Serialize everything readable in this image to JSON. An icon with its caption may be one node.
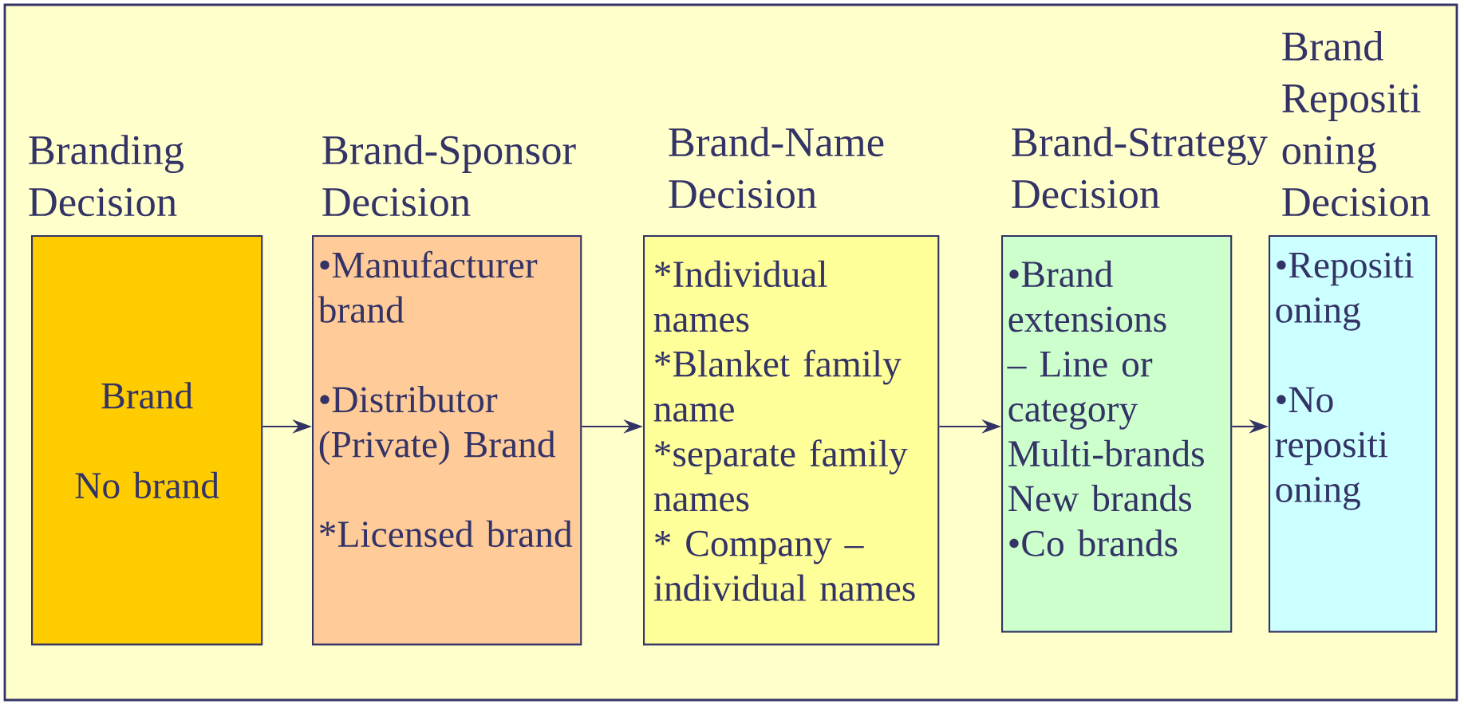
{
  "diagram": {
    "nodes": [
      {
        "text": [
          "Branding Decision",
          "Brand",
          "No brand"
        ]
      },
      {
        "text": [
          "Brand-Sponsor Decision",
          "•Manufacturer brand",
          "•Distributor (Private) Brand",
          "*Licensed brand"
        ]
      },
      {
        "text": [
          "Brand-Name Decision",
          "*Individual names",
          "*Blanket family name",
          "*separate family names",
          "* Company – individual names"
        ]
      },
      {
        "text": [
          "Brand-Strategy Decision",
          "•Brand extensions – Line or category",
          "Multi-brands",
          "New brands",
          "•Co brands"
        ]
      },
      {
        "text": [
          "Brand Repositi oning Decision",
          "•Repositi oning",
          "•No repositi oning"
        ]
      }
    ],
    "edges": [
      {
        "from": 0,
        "to": 1,
        "arrow": "to"
      },
      {
        "from": 1,
        "to": 2,
        "arrow": "to"
      },
      {
        "from": 2,
        "to": 3,
        "arrow": "to"
      },
      {
        "from": 3,
        "to": 4,
        "arrow": "to"
      }
    ]
  }
}
